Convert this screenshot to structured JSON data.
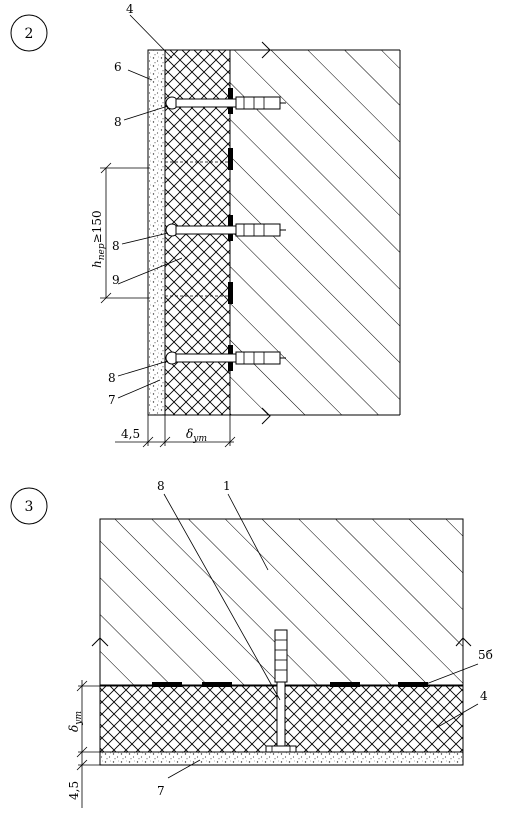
{
  "detail2": {
    "number": "2",
    "callouts": {
      "c4": "4",
      "c6": "6",
      "c8a": "8",
      "c8b": "8",
      "c9": "9",
      "c8c": "8",
      "c7": "7"
    },
    "dim_plaster": "4,5",
    "dim_delta_main": "δ",
    "dim_delta_sub": "ут",
    "dim_h_main": "h",
    "dim_h_sub": "пер",
    "dim_h_value": "≥150"
  },
  "detail3": {
    "number": "3",
    "callouts": {
      "c8": "8",
      "c1": "1",
      "c56": "5б",
      "c4": "4",
      "c7": "7"
    },
    "dim_delta_main": "δ",
    "dim_delta_sub": "ут",
    "dim_plaster": "4,5"
  }
}
